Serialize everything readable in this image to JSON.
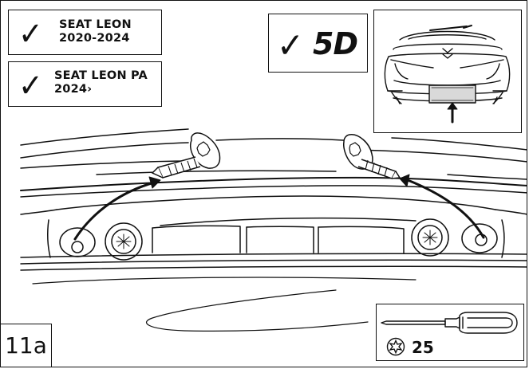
{
  "models": [
    {
      "line1": "SEAT LEON",
      "line2": "2020-2024"
    },
    {
      "line1": "SEAT LEON PA",
      "line2": "2024›"
    }
  ],
  "variant": {
    "label": "5D"
  },
  "checkmark_symbol": "✓",
  "step": {
    "label": "11a"
  },
  "tool": {
    "torx_size": "25",
    "icons": [
      "screwdriver-icon",
      "torx-icon"
    ]
  },
  "icons": [
    "check-icon",
    "screw-icon",
    "arrow-icon",
    "car-rear-icon",
    "torx-socket-icon"
  ],
  "colors": {
    "ink": "#111111",
    "highlight": "#d9d9d9",
    "paper": "#ffffff"
  }
}
